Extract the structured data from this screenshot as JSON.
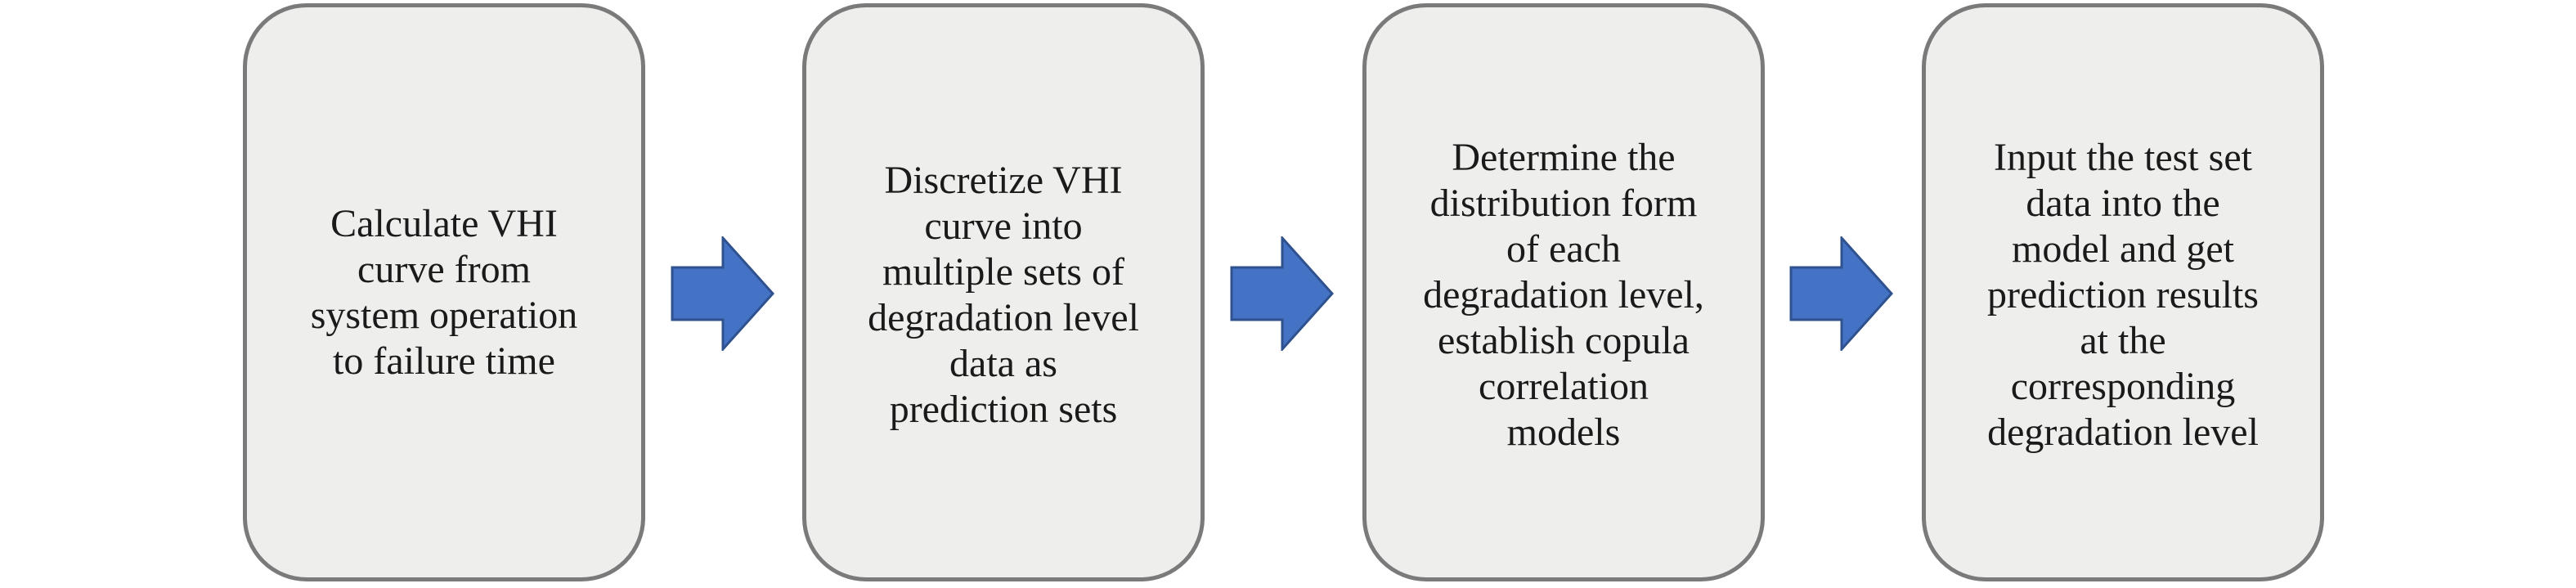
{
  "colors": {
    "box_fill": "#eeeeed",
    "box_border": "#7a7a7a",
    "arrow_fill": "#4472c4",
    "arrow_stroke": "#2f528f",
    "text": "#1a1a1a"
  },
  "steps": [
    {
      "lines": [
        "Calculate VHI",
        "curve from",
        "system operation",
        "to failure time"
      ]
    },
    {
      "lines": [
        "Discretize VHI",
        "curve into",
        "multiple sets of",
        "degradation level",
        "data as",
        "prediction sets"
      ]
    },
    {
      "lines": [
        "Determine the",
        "distribution form",
        "of each",
        "degradation level,",
        "establish copula",
        "correlation",
        "models"
      ]
    },
    {
      "lines": [
        "Input the test set",
        "data into the",
        "model and get",
        "prediction results",
        "at the",
        "corresponding",
        "degradation level"
      ]
    }
  ],
  "arrows": [
    {
      "icon": "right-arrow-icon"
    },
    {
      "icon": "right-arrow-icon"
    },
    {
      "icon": "right-arrow-icon"
    }
  ]
}
